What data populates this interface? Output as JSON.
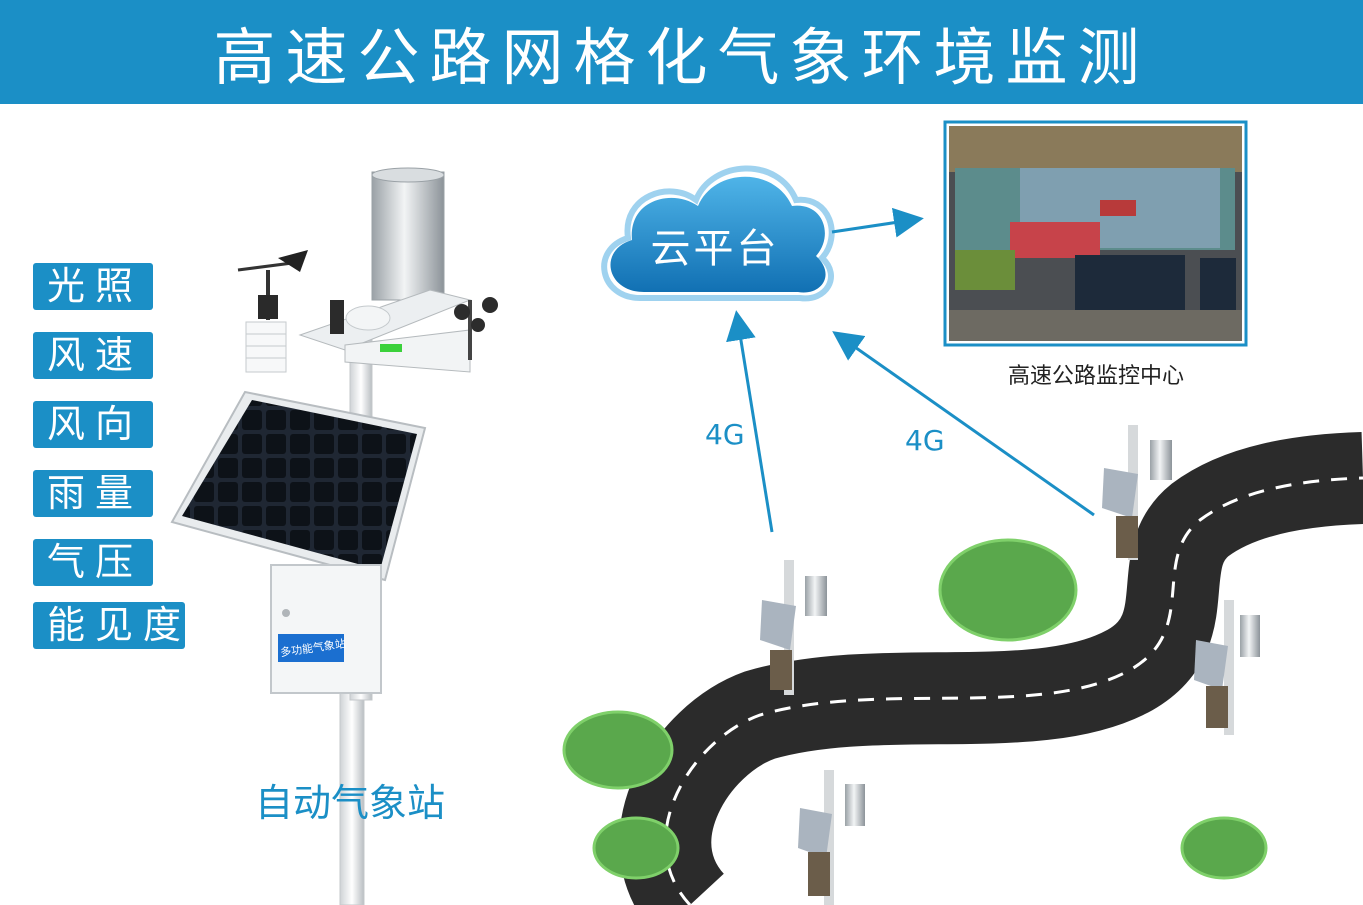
{
  "header": {
    "title": "高速公路网格化气象环境监测"
  },
  "parameters": [
    "光照",
    "风速",
    "风向",
    "雨量",
    "气压",
    "能见度"
  ],
  "station": {
    "caption": "自动气象站",
    "box_label": "多功能气象站"
  },
  "cloud": {
    "label": "云平台"
  },
  "monitor": {
    "caption": "高速公路监控中心"
  },
  "links": {
    "left_label": "4G",
    "right_label": "4G"
  },
  "colors": {
    "brand_blue": "#1b8fc6",
    "road": "#2b2b2b",
    "bush": "#57a84a"
  }
}
